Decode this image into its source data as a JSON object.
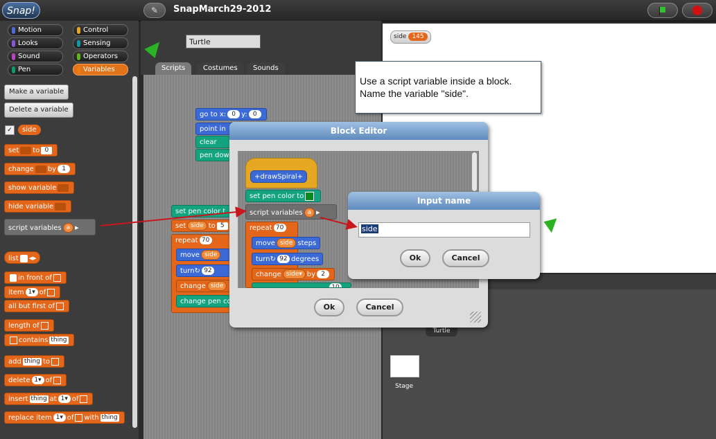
{
  "app": {
    "logo": "Snap!",
    "project_title": "SnapMarch29-2012"
  },
  "toolbar": {
    "edit_icon": "pencil-icon",
    "green_flag_icon": "green-flag-icon",
    "stop_icon": "stop-icon"
  },
  "categories": {
    "motion": "Motion",
    "control": "Control",
    "looks": "Looks",
    "sensing": "Sensing",
    "sound": "Sound",
    "operators": "Operators",
    "pen": "Pen",
    "variables": "Variables"
  },
  "category_colors": {
    "motion": "#4a6cd4",
    "control": "#e6a822",
    "looks": "#8a55d7",
    "sensing": "#0e9aa6",
    "sound": "#bb42c3",
    "operators": "#5cb712",
    "pen": "#0e9a6c",
    "variables": "#ee7d16"
  },
  "palette": {
    "make_variable": "Make a variable",
    "delete_variable": "Delete a variable",
    "var_name": "side",
    "set": "set",
    "to": "to",
    "set_val": "0",
    "change": "change",
    "by": "by",
    "change_val": "1",
    "show_variable": "show variable",
    "hide_variable": "hide variable",
    "script_variables": "script variables",
    "script_var": "a",
    "list": "list",
    "in_front_of": "in front of",
    "item": "item",
    "of": "of",
    "item_val": "1",
    "all_but_first_of": "all but first of",
    "length_of": "length of",
    "contains": "contains",
    "thing": "thing",
    "add": "add",
    "delete": "delete",
    "delete_val": "1",
    "insert": "insert",
    "at": "at",
    "insert_val": "1",
    "replace_item": "replace item",
    "with": "with",
    "replace_val": "1"
  },
  "sprite": {
    "name": "Turtle",
    "tabs": [
      "Scripts",
      "Costumes",
      "Sounds"
    ]
  },
  "scripts": {
    "go_to_x": "go to x:",
    "y": "y:",
    "x_val": "0",
    "y_val": "0",
    "point_in": "point in",
    "clear": "clear",
    "pen_down": "pen dow",
    "set_pen_color": "set pen color t",
    "set": "set",
    "side": "side",
    "to": "to",
    "set_val": "5",
    "repeat": "repeat",
    "repeat_val": "70",
    "move": "move",
    "turn": "turn",
    "turn_val": "92",
    "change": "change",
    "change_pen_color": "change pen co"
  },
  "stage": {
    "watcher_label": "side",
    "watcher_value": "145",
    "sprite_label": "Turtle",
    "stage_label": "Stage"
  },
  "callout": {
    "line1": "Use a script variable inside a block.",
    "line2": "Name the variable \"side\"."
  },
  "block_editor": {
    "title": "Block Editor",
    "hat_label": "drawSpiral",
    "set_pen_color_to": "set pen color to",
    "script_variables": "script variables",
    "script_var": "a",
    "repeat": "repeat",
    "repeat_val": "70",
    "move": "move",
    "steps": "steps",
    "side": "side",
    "turn": "turn",
    "degrees": "degrees",
    "turn_val": "92",
    "change": "change",
    "by": "by",
    "change_val": "2",
    "cut_val": "10",
    "ok": "Ok",
    "cancel": "Cancel"
  },
  "input_dialog": {
    "title": "Input name",
    "value": "side",
    "ok": "Ok",
    "cancel": "Cancel"
  }
}
